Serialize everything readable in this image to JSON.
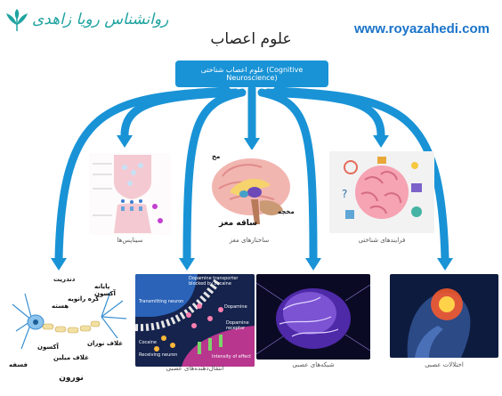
{
  "header": {
    "logo_text": "روانشناس رویا زاهدی",
    "site_url": "www.royazahedi.com"
  },
  "title": "علوم اعصاب",
  "root": {
    "label": "علوم اعصاب شناختی (Cognitive Neuroscience)"
  },
  "top_row": [
    {
      "caption": "سیناپس‌ها"
    },
    {
      "caption": "ساختارهای مغز",
      "labels": {
        "cerebrum": "مخ",
        "cerebellum": "مخچه",
        "brainstem": "ساقه مغز"
      }
    },
    {
      "caption": "فرایندهای شناختی"
    }
  ],
  "bottom_row": [
    {
      "caption": "نورون",
      "labels": [
        "دندریت",
        "پایانه آکسون",
        "گره رانویه",
        "هسته",
        "آکسون",
        "غلاف میلین",
        "غلاف نوران",
        "فسفه"
      ]
    },
    {
      "caption": "انتقال‌دهنده‌های عصبی",
      "labels": [
        "Dopamine transporter blocked by cocaine",
        "Transmitting neuron",
        "Dopamine",
        "Dopamine receptor",
        "Cocaine",
        "Receiving neuron",
        "Intensity of effect"
      ]
    },
    {
      "caption": "شبکه‌های عصبی"
    },
    {
      "caption": "اختلالات عصبی"
    }
  ]
}
